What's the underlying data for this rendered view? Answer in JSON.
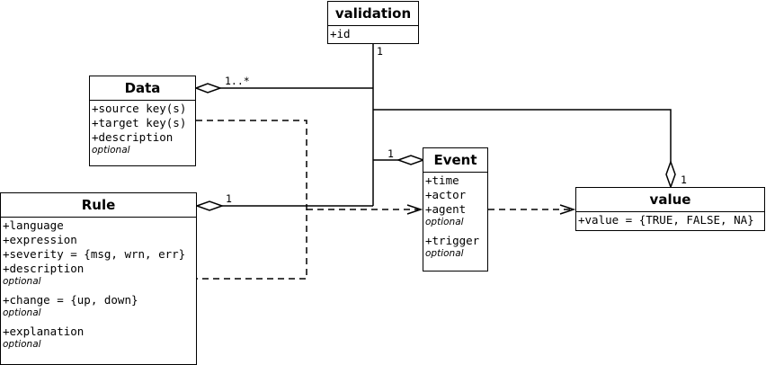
{
  "classes": {
    "validation": {
      "title": "validation",
      "attrs": [
        "+id"
      ]
    },
    "data": {
      "title": "Data",
      "attrs": [
        "+source key(s)",
        "+target key(s)",
        "+description"
      ],
      "note": "optional"
    },
    "event": {
      "title": "Event",
      "attrs": [
        "+time",
        "+actor",
        "+agent"
      ],
      "note1": "optional",
      "attr2": "+trigger",
      "note2": "optional"
    },
    "value": {
      "title": "value",
      "attrs": [
        "+value = {TRUE, FALSE, NA}"
      ]
    },
    "rule": {
      "title": "Rule",
      "attrs": [
        "+language",
        "+expression",
        "+severity = {msg, wrn, err}",
        "+description"
      ],
      "note1": "optional",
      "attr2": "+change = {up, down}",
      "note2": "optional",
      "attr3": "+explanation",
      "note3": "optional"
    }
  },
  "multiplicities": {
    "validation_end": "1",
    "data_end": "1..*",
    "event_end": "1",
    "rule_end": "1",
    "value_end": "1"
  }
}
